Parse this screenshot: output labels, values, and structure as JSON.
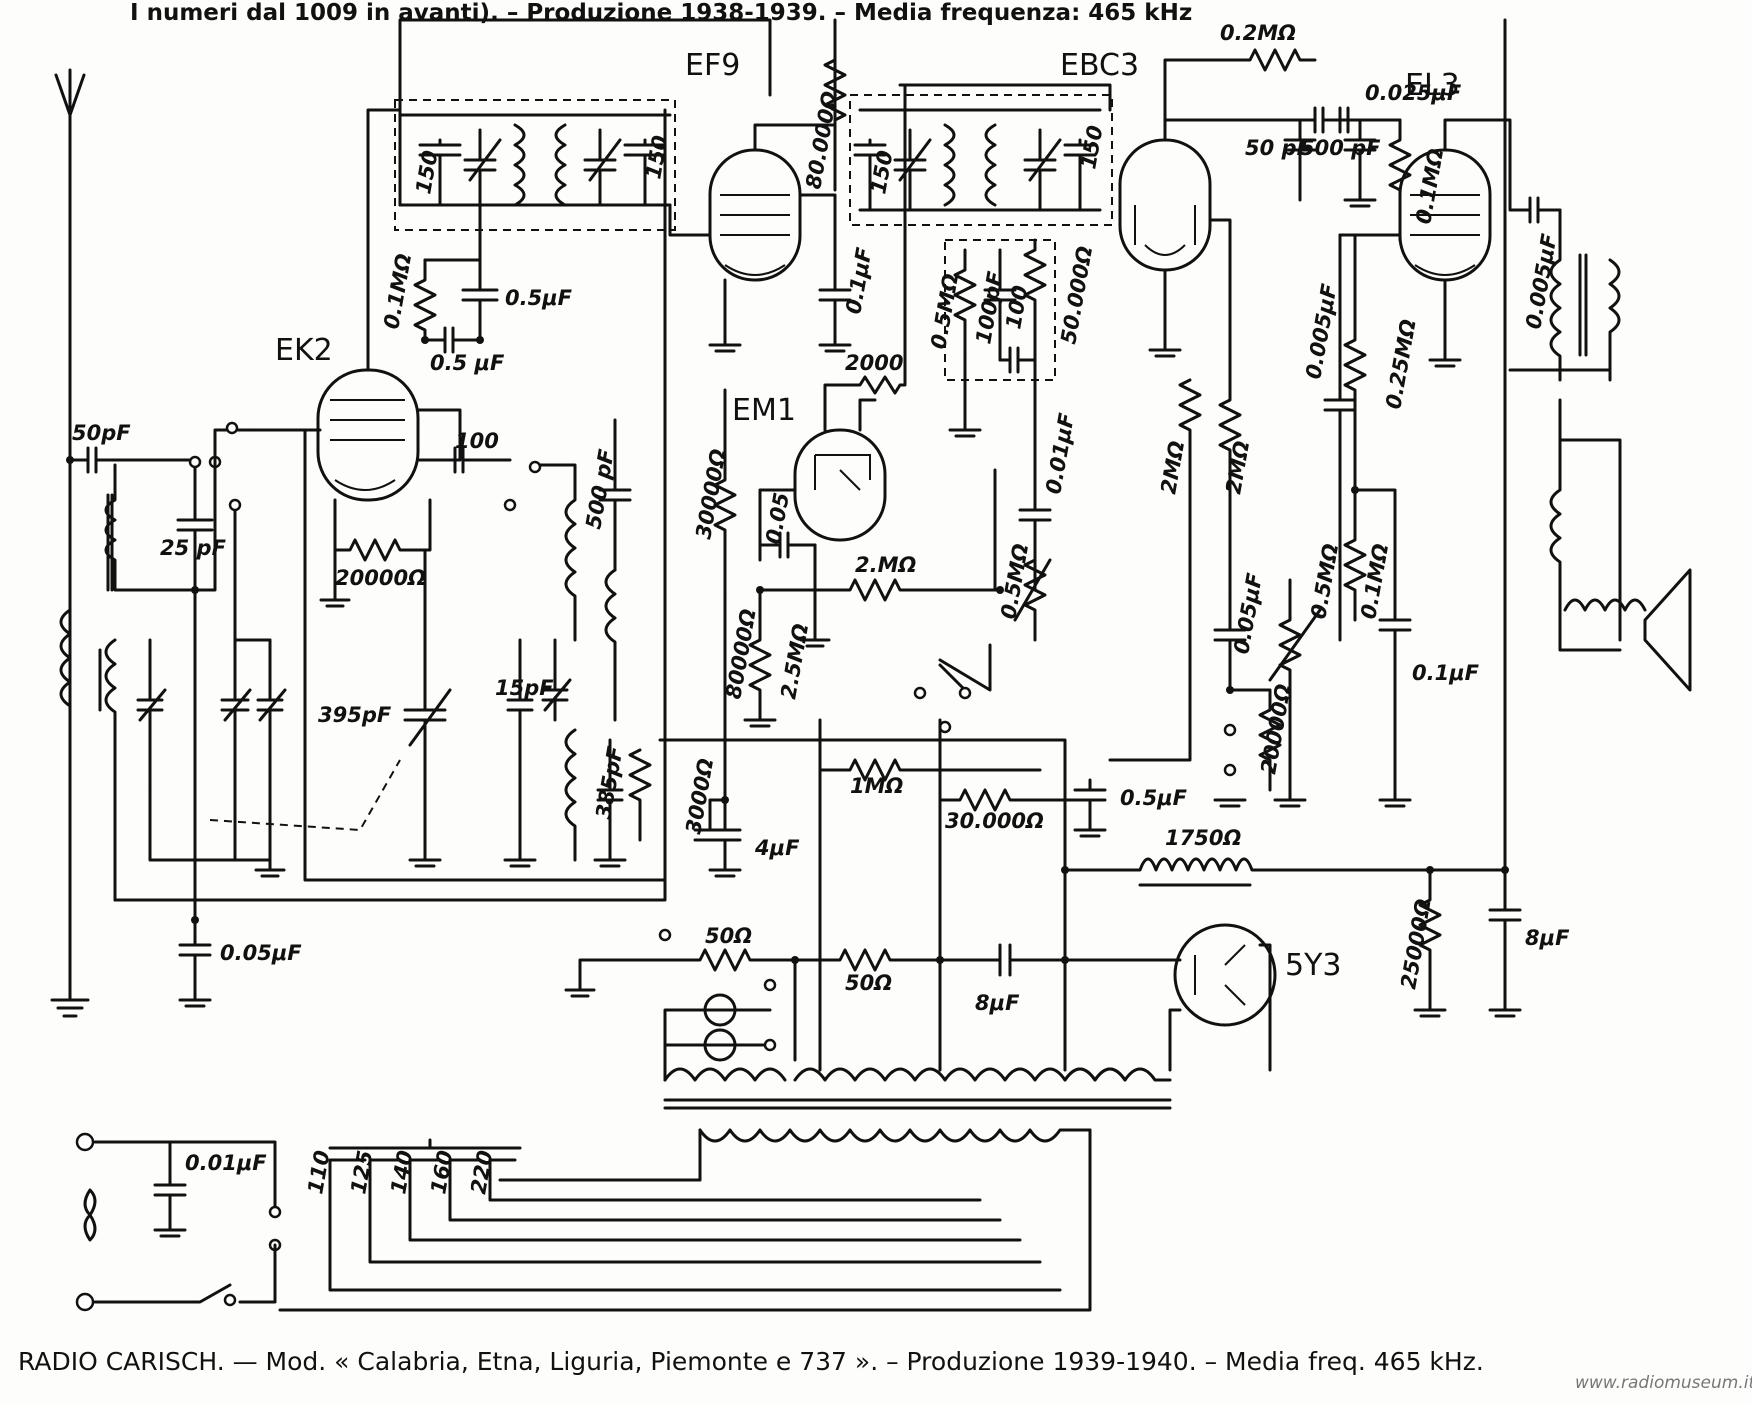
{
  "header": {
    "line": "I numeri dal 1009 in avanti). – Produzione 1938-1939. – Media frequenza: 465 kHz"
  },
  "tubes": [
    "EK2",
    "EF9",
    "EM1",
    "EBC3",
    "EL3",
    "5Y3"
  ],
  "labels": {
    "c_50pf_ant": "50pF",
    "c_25pf": "25 pF",
    "c_395pf": "395pF",
    "c_005uf_bot": "0.05μF",
    "r_01mohm_ek2": "0.1MΩ",
    "c_05uf_ek2": "0.5μF",
    "c_05uf_ek2b": "0.5 μF",
    "c_100_ek2": "100",
    "r_20000_ek2": "20000Ω",
    "c_500pf_osc": "500 pF",
    "c_15pf": "15pF",
    "c_385pf": "385pF",
    "if1_150a": "150",
    "if1_150b": "150",
    "r_80000_ef9": "80.000Ω",
    "c_01uf_ef9": "0.1μF",
    "if2_150a": "150",
    "if2_150b": "150",
    "r_2000_em1": "2000",
    "r_05mohm_det": "0.5MΩ",
    "c_100pf_det": "100pF",
    "c_100_det": "100",
    "r_50000_det": "50.000Ω",
    "r_30000": "30000Ω",
    "c_005_em1": "0.05",
    "r_2mohm_em1": "2.MΩ",
    "r_80000_em1": "80000Ω",
    "r_25mohm": "2.5MΩ",
    "c_001uf_vol": "0.01μF",
    "r_05mohm_vol": "0.5MΩ",
    "r_02mohm_top": "0.2MΩ",
    "c_50pf_ebc3": "50 pF",
    "c_500pf_ebc3": "500 pF",
    "c_0025uf": "0.025μF",
    "r_01mohm_el3": "0.1MΩ",
    "r_2mohm_a": "2MΩ",
    "r_2mohm_b": "2MΩ",
    "c_005uf_ebc3": "0.05μF",
    "r_20000_ebc3": "20000Ω",
    "c_0005uf_a": "0.005μF",
    "r_025mohm": "0.25MΩ",
    "r_05mohm_tone": "0.5MΩ",
    "r_01mohm_b": "0.1MΩ",
    "c_01uf_el3": "0.1μF",
    "c_0005uf_out": "0.005μF",
    "r_3000": "3000Ω",
    "c_4uf": "4μF",
    "r_1mohm": "1MΩ",
    "r_30000_b": "30.000Ω",
    "c_05uf_b": "0.5μF",
    "l_1750": "1750Ω",
    "r_25000": "25000Ω",
    "c_8uf_right": "8μF",
    "r_50ohm_a": "50Ω",
    "r_50ohm_b": "50Ω",
    "c_8uf_mid": "8μF",
    "c_001uf_mains": "0.01μF",
    "tap_110": "110",
    "tap_125": "125",
    "tap_140": "140",
    "tap_160": "160",
    "tap_220": "220"
  },
  "caption": "RADIO CARISCH. — Mod. « Calabria, Etna, Liguria, Piemonte e 737 ». – Produzione 1939-1940. – Media freq. 465 kHz.",
  "watermark": "www.radiomuseum.it"
}
